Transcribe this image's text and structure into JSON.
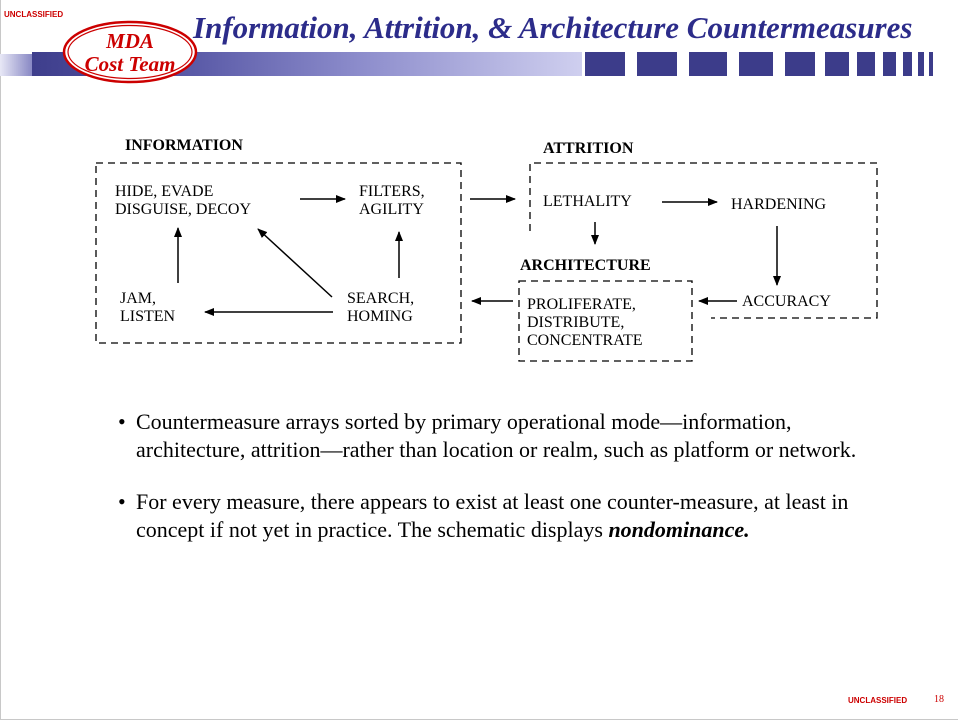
{
  "header": {
    "classification_top": "UNCLASSIFIED",
    "title": "Information, Attrition, & Architecture Countermeasures",
    "logo_line1": "MDA",
    "logo_line2": "Cost Team",
    "title_bar_color": "#3e3e8c",
    "title_color": "#2c2c8a",
    "logo_color": "#cc0000"
  },
  "diagram": {
    "groups": {
      "information": "INFORMATION",
      "attrition": "ATTRITION",
      "architecture": "ARCHITECTURE"
    },
    "nodes": {
      "hide_evade_1": "HIDE,  EVADE",
      "hide_evade_2": "DISGUISE,  DECOY",
      "filters_1": "FILTERS,",
      "filters_2": "AGILITY",
      "jam_1": "JAM,",
      "jam_2": "LISTEN",
      "search_1": "SEARCH,",
      "search_2": "HOMING",
      "lethality": "LETHALITY",
      "hardening": "HARDENING",
      "accuracy": "ACCURACY",
      "proliferate_1": "PROLIFERATE,",
      "proliferate_2": "DISTRIBUTE,",
      "proliferate_3": "CONCENTRATE"
    }
  },
  "bullets": {
    "b1": "Countermeasure arrays sorted by primary operational mode—information, architecture, attrition—rather than location or realm, such as platform or network.",
    "b2_pre": "For every measure, there appears to exist at least one counter-measure, at least in concept if not yet in practice.  The schematic displays ",
    "b2_emph": "nondominance."
  },
  "footer": {
    "classification_bottom": "UNCLASSIFIED",
    "page_number": "18",
    "classification_color": "#cc0000"
  }
}
